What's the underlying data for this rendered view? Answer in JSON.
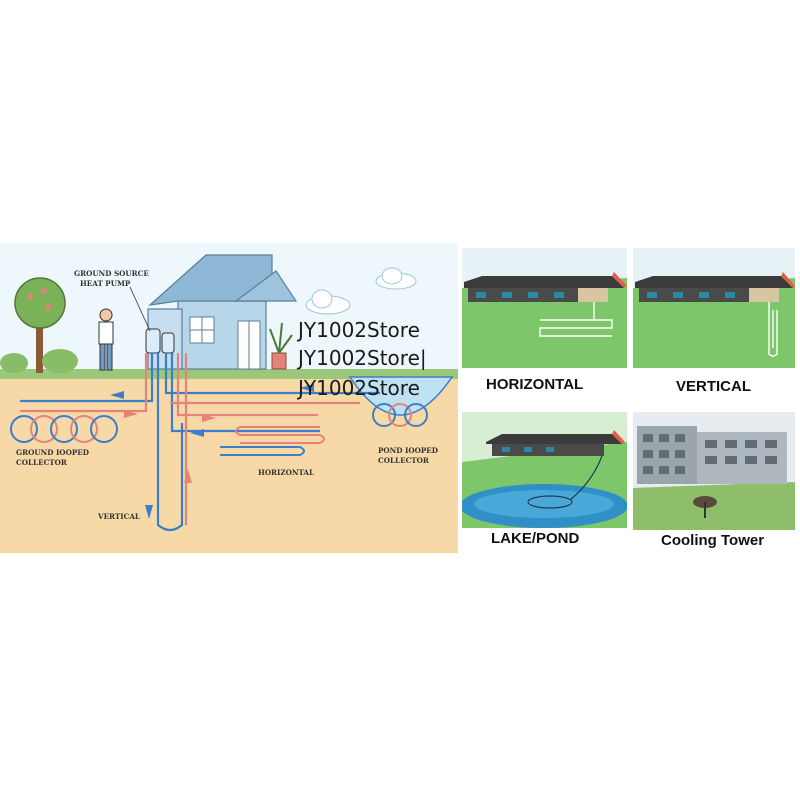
{
  "diagram": {
    "labels": {
      "heat_pump": [
        "GROUND SOURCE",
        "HEAT PUMP"
      ],
      "ground_collector": [
        "GROUND IOOPED",
        "COLLECTOR"
      ],
      "pond_collector": [
        "POND IOOPED",
        "COLLECTOR"
      ],
      "horizontal": "HORIZONTAL",
      "vertical": "VERTICAL"
    },
    "watermark": [
      "JY1002Store",
      "JY1002Store|",
      "JY1002Store"
    ]
  },
  "panels": [
    {
      "label": "HORIZONTAL"
    },
    {
      "label": "VERTICAL"
    },
    {
      "label": "LAKE/POND"
    },
    {
      "label": "Cooling Tower"
    }
  ],
  "colors": {
    "sky": "#eef7fc",
    "soil": "#f7d9a8",
    "pipe_cold": "#3d7ec8",
    "pipe_warm": "#e5837a",
    "house": "#b7d6ea",
    "grass": "#9bc77a"
  }
}
